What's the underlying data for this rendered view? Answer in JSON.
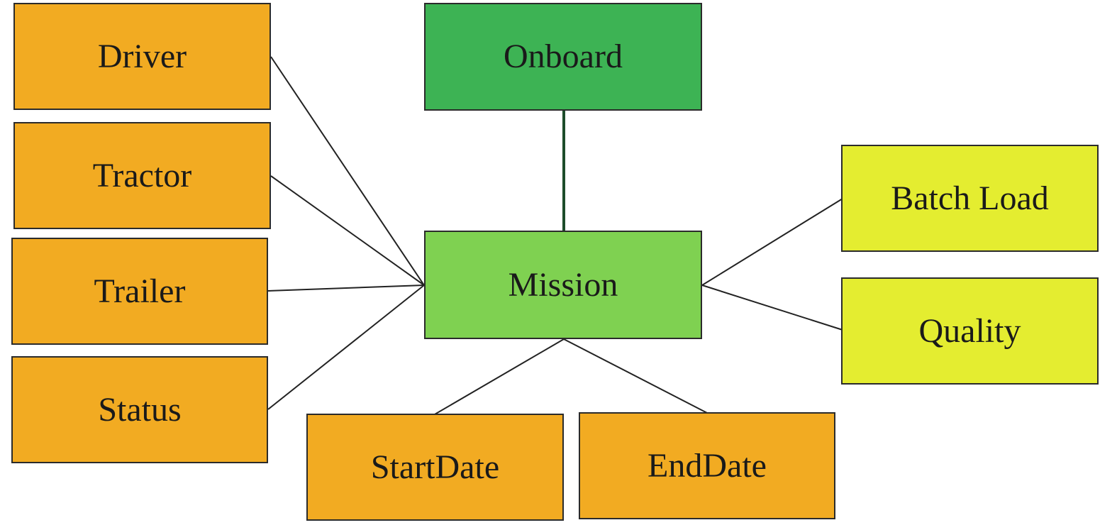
{
  "colors": {
    "attribute": "#f2ab22",
    "center": "#7fd151",
    "parent": "#3db354",
    "measure": "#e4ed30",
    "outline": "#2b2b2b"
  },
  "nodes": {
    "onboard": "Onboard",
    "mission": "Mission",
    "driver": "Driver",
    "tractor": "Tractor",
    "trailer": "Trailer",
    "status": "Status",
    "start_date": "StartDate",
    "end_date": "EndDate",
    "batch_load": "Batch Load",
    "quality": "Quality"
  }
}
